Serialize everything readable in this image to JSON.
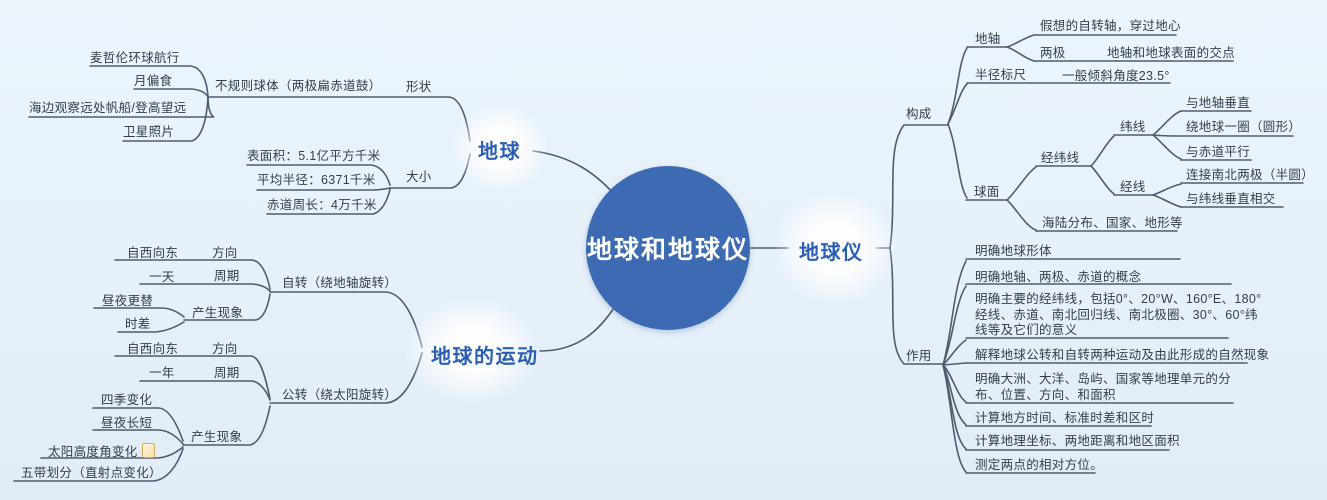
{
  "title": "地球和地球仪",
  "colors": {
    "background": "#e8f2fb",
    "center_node": "#3c6bb3",
    "branch_label": "#2c5fb3",
    "node_text": "#323e4a",
    "line": "#4d5d6e"
  },
  "earth": {
    "label": "地球",
    "shape": {
      "label": "形状",
      "value": "不规则球体（两极扁赤道鼓）",
      "evidence": [
        "麦哲伦环球航行",
        "月偏食",
        "海边观察远处帆船/登高望远",
        "卫星照片"
      ]
    },
    "size": {
      "label": "大小",
      "facts": [
        "表面积：5.1亿平方千米",
        "平均半径：6371千米",
        "赤道周长：4万千米"
      ]
    }
  },
  "motion": {
    "label": "地球的运动",
    "rotation": {
      "label": "自转（绕地轴旋转）",
      "direction_label": "方向",
      "direction": "自西向东",
      "period_label": "周期",
      "period": "一天",
      "phenomena_label": "产生现象",
      "phenomena": [
        "昼夜更替",
        "时差"
      ]
    },
    "revolution": {
      "label": "公转（绕太阳旋转）",
      "direction_label": "方向",
      "direction": "自西向东",
      "period_label": "周期",
      "period": "一年",
      "phenomena_label": "产生现象",
      "phenomena": [
        "四季变化",
        "昼夜长短",
        "太阳高度角变化",
        "五带划分（直射点变化）"
      ]
    }
  },
  "globe": {
    "label": "地球仪",
    "composition": {
      "label": "构成",
      "axis": {
        "label": "地轴",
        "desc": "假想的自转轴，穿过地心",
        "poles_label": "两极",
        "poles_desc": "地轴和地球表面的交点"
      },
      "bracket": {
        "label": "半径标尺",
        "desc": "一般倾斜角度23.5°"
      },
      "sphere": {
        "label": "球面",
        "graticule": {
          "label": "经纬线",
          "latitude": {
            "label": "纬线",
            "features": [
              "与地轴垂直",
              "绕地球一圈（圆形）",
              "与赤道平行"
            ]
          },
          "longitude": {
            "label": "经线",
            "features": [
              "连接南北两极（半圆）",
              "与纬线垂直相交"
            ]
          }
        },
        "content": "海陆分布、国家、地形等"
      }
    },
    "function": {
      "label": "作用",
      "items": [
        "明确地球形体",
        "明确地轴、两极、赤道的概念",
        "明确主要的经纬线，包括0°、20°W、160°E、180°经线、赤道、南北回归线、南北极圈、30°、60°纬线等及它们的意义",
        "解释地球公转和自转两种运动及由此形成的自然现象",
        "明确大洲、大洋、岛屿、国家等地理单元的分布、位置、方向、和面积",
        "计算地方时间、标准时差和区时",
        "计算地理坐标、两地距离和地区面积",
        "测定两点的相对方位。"
      ]
    }
  }
}
